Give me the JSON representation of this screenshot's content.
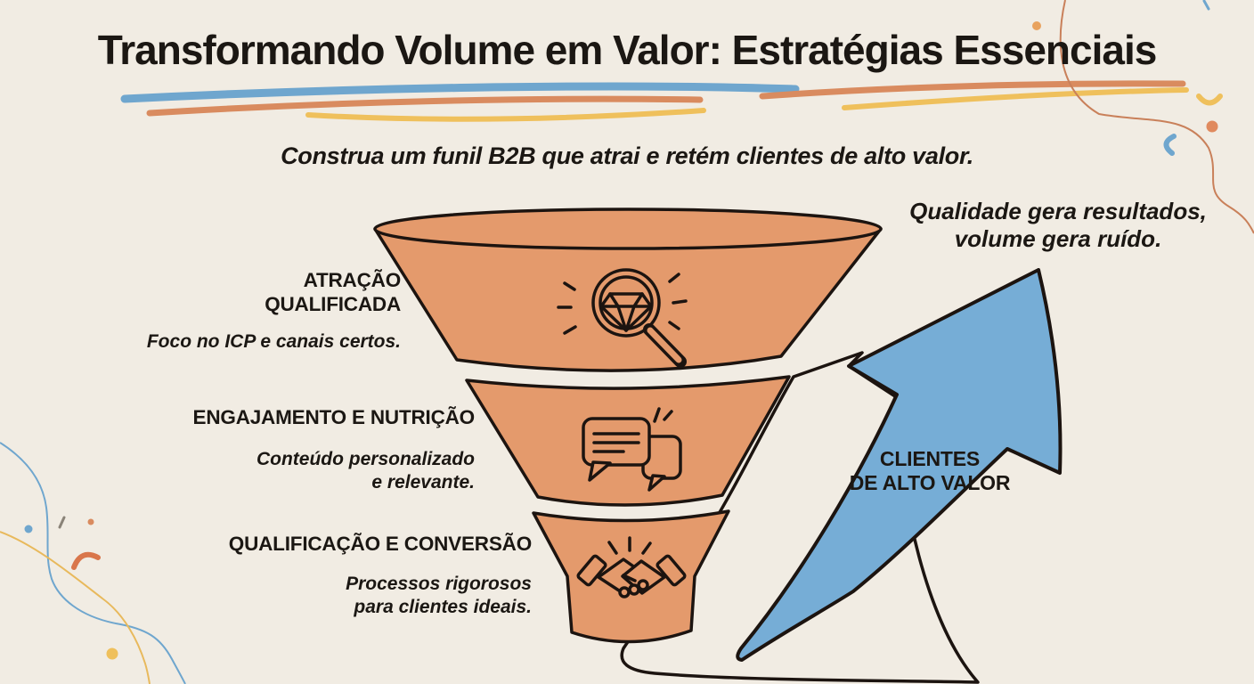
{
  "meta": {
    "type": "funnel-infographic",
    "language": "pt-BR"
  },
  "title": "Transformando Volume em Valor: Estratégias Essenciais",
  "subtitle": "Construa um funil B2B que atrai e retém clientes de alto valor.",
  "funnel": {
    "stages": [
      {
        "icon": "magnifier-diamond-icon",
        "name_lines": [
          "ATRAÇÃO",
          "QUALIFICADA"
        ],
        "desc_lines": [
          "Foco no ICP e canais certos."
        ]
      },
      {
        "icon": "chat-bubbles-icon",
        "name_lines": [
          "ENGAJAMENTO E NUTRIÇÃO"
        ],
        "desc_lines": [
          "Conteúdo personalizado",
          "e relevante."
        ]
      },
      {
        "icon": "handshake-icon",
        "name_lines": [
          "QUALIFICAÇÃO E CONVERSÃO"
        ],
        "desc_lines": [
          "Processos rigorosos",
          "para clientes ideais."
        ]
      }
    ]
  },
  "outcome": {
    "quote_lines": [
      "Qualidade gera resultados,",
      "volume gera ruído."
    ],
    "arrow_label_lines": [
      "CLIENTES",
      "DE ALTO VALOR"
    ]
  },
  "colors": {
    "background": "#F1ECE3",
    "funnel_fill": "#E49A6C",
    "outline": "#1C1410",
    "arrow_blue": "#76ADD6",
    "accent_blue": "#6FA6CE",
    "accent_orange": "#D98B5F",
    "accent_yellow": "#EFC05C",
    "squiggle_orange": "#C9805A",
    "text": "#1B1713"
  }
}
